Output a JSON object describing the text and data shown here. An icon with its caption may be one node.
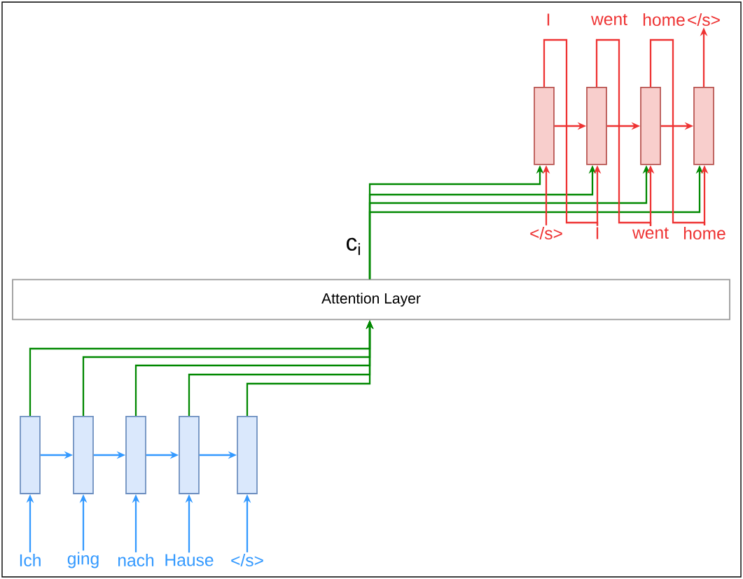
{
  "diagram": {
    "nodes": [
      {
        "text": [],
        "shape": "box"
      },
      {
        "text": [],
        "shape": "box"
      },
      {
        "text": [],
        "shape": "box"
      },
      {
        "text": [],
        "shape": "box"
      },
      {
        "text": [],
        "shape": "box"
      },
      {
        "text": [
          "Ich"
        ]
      },
      {
        "text": [
          "ging"
        ]
      },
      {
        "text": [
          "nach"
        ]
      },
      {
        "text": [
          "Hause"
        ]
      },
      {
        "text": [
          "</s>"
        ]
      },
      {
        "text": [
          "Attention Layer"
        ]
      },
      {
        "text": [],
        "shape": "box"
      },
      {
        "text": [],
        "shape": "box"
      },
      {
        "text": [],
        "shape": "box"
      },
      {
        "text": [],
        "shape": "box"
      },
      {
        "text": [
          "</s>"
        ]
      },
      {
        "text": [
          "I"
        ]
      },
      {
        "text": [
          "went"
        ]
      },
      {
        "text": [
          "home"
        ]
      },
      {
        "text": [
          "</s>"
        ]
      }
    ],
    "edges": [
      {
        "from": 5,
        "to": 0,
        "arrow": "to",
        "color": "#3399ff"
      },
      {
        "from": 6,
        "to": 1,
        "arrow": "to",
        "color": "#3399ff"
      },
      {
        "from": 7,
        "to": 2,
        "arrow": "to",
        "color": "#3399ff"
      },
      {
        "from": 8,
        "to": 3,
        "arrow": "to",
        "color": "#3399ff"
      },
      {
        "from": 9,
        "to": 4,
        "arrow": "to",
        "color": "#3399ff"
      },
      {
        "from": 0,
        "to": 1,
        "arrow": "to",
        "color": "#3399ff"
      },
      {
        "from": 1,
        "to": 2,
        "arrow": "to",
        "color": "#3399ff"
      },
      {
        "from": 2,
        "to": 3,
        "arrow": "to",
        "color": "#3399ff"
      },
      {
        "from": 3,
        "to": 4,
        "arrow": "to",
        "color": "#3399ff"
      },
      {
        "from": 0,
        "to": 10,
        "arrow": "to",
        "color": "#008800"
      },
      {
        "from": 1,
        "to": 10,
        "arrow": "to",
        "color": "#008800"
      },
      {
        "from": 2,
        "to": 10,
        "arrow": "to",
        "color": "#008800"
      },
      {
        "from": 3,
        "to": 10,
        "arrow": "to",
        "color": "#008800"
      },
      {
        "from": 4,
        "to": 10,
        "arrow": "to",
        "color": "#008800"
      },
      {
        "from": 10,
        "to": 11,
        "arrow": "to",
        "color": "#008800"
      },
      {
        "from": 10,
        "to": 12,
        "arrow": "to",
        "color": "#008800"
      },
      {
        "from": 10,
        "to": 13,
        "arrow": "to",
        "color": "#008800"
      },
      {
        "from": 10,
        "to": 14,
        "arrow": "to",
        "color": "#008800"
      },
      {
        "from": 15,
        "to": 11,
        "arrow": "to"
      },
      {
        "from": 16,
        "to": 12,
        "arrow": "to"
      },
      {
        "from": 17,
        "to": 13,
        "arrow": "to"
      },
      {
        "from": 18,
        "to": 14,
        "arrow": "to"
      },
      {
        "from": 11,
        "to": 12,
        "arrow": "to"
      },
      {
        "from": 12,
        "to": 13,
        "arrow": "to"
      },
      {
        "from": 13,
        "to": 14,
        "arrow": "to"
      },
      {
        "from": 11,
        "to": 16,
        "arrow": "none"
      },
      {
        "from": 12,
        "to": 17,
        "arrow": "none"
      },
      {
        "from": 13,
        "to": 18,
        "arrow": "none"
      },
      {
        "from": 14,
        "to": 19,
        "arrow": "to"
      }
    ],
    "labels": [
      "I",
      "went",
      "home",
      "c$_{i}$"
    ]
  }
}
